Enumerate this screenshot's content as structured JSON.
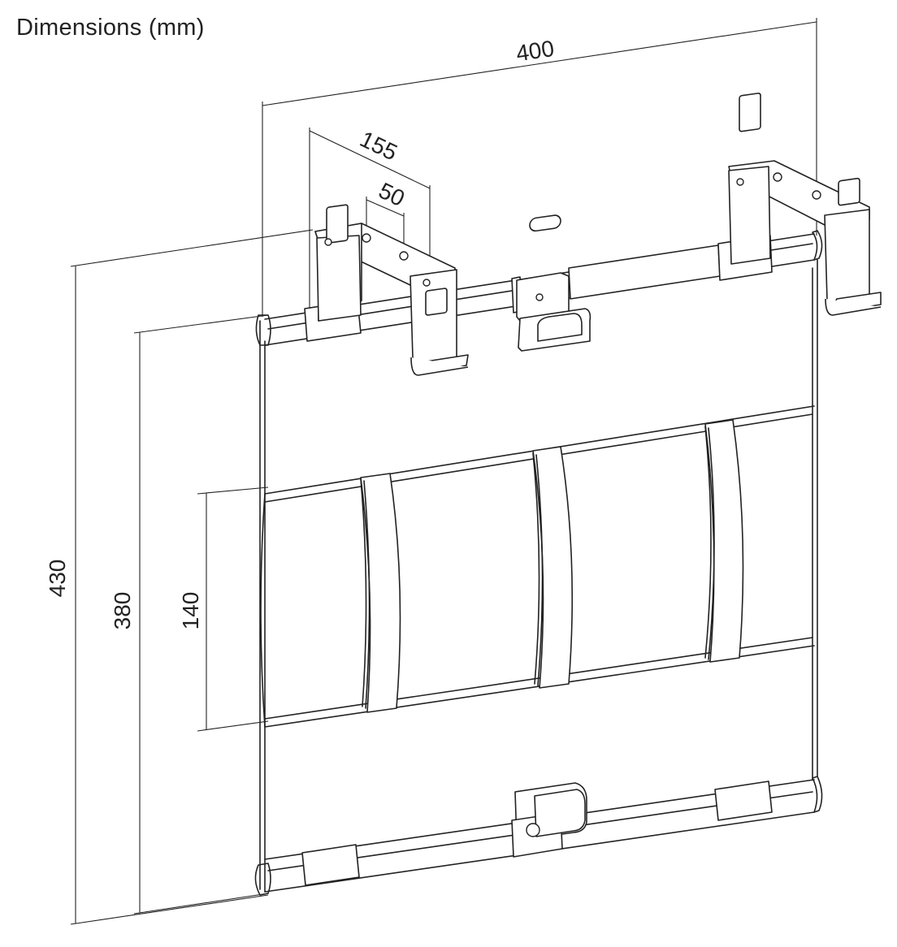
{
  "title": "Dimensions (mm)",
  "dimensions": {
    "width_total": "400",
    "hook_span": "155",
    "hook_hole_spacing": "50",
    "height_total": "430",
    "height_rails": "380",
    "height_plate": "140"
  },
  "colors": {
    "line": "#222222",
    "background": "#ffffff"
  }
}
